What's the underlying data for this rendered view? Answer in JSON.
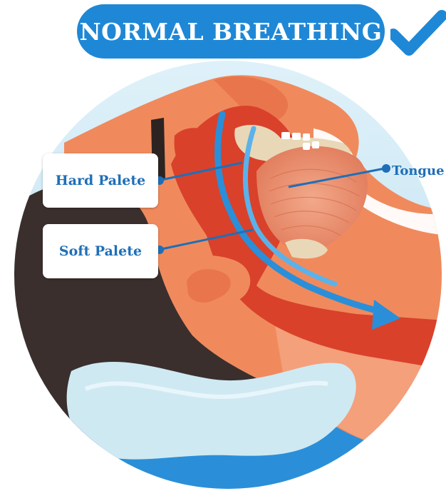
{
  "title": "NORMAL BREATHING",
  "labels": {
    "hard_palete": "Hard Palete",
    "soft_palete": "Soft Palete",
    "tongue": "Tongue"
  },
  "colors": {
    "accent_blue": "#1e88d6",
    "label_blue": "#1e6fb8",
    "skin": "#f08a5d",
    "airway_red": "#d9412b",
    "hair": "#3a2f2d",
    "pillow": "#cfe9f2"
  },
  "icons": [
    "check-icon"
  ]
}
